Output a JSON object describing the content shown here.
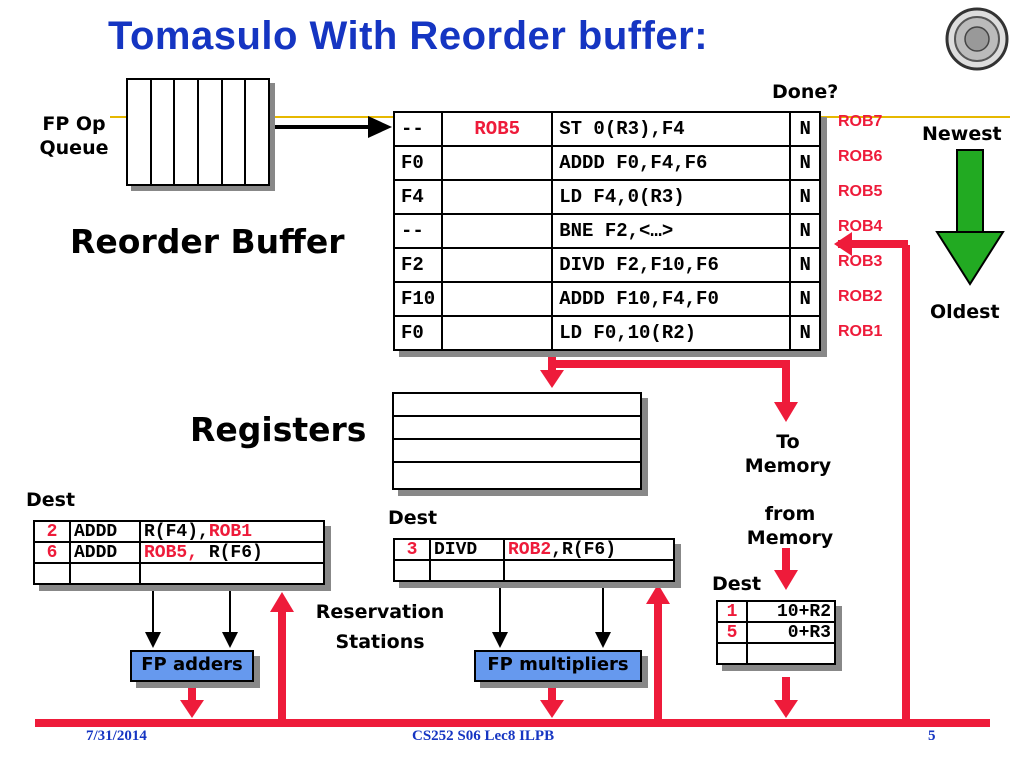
{
  "title": "Tomasulo With Reorder buffer:",
  "labels": {
    "done": "Done?",
    "fp_op_queue_line1": "FP Op",
    "fp_op_queue_line2": "Queue",
    "newest": "Newest",
    "oldest": "Oldest",
    "reorder_buffer": "Reorder Buffer",
    "registers": "Registers",
    "to_memory_line1": "To",
    "to_memory_line2": "Memory",
    "from_memory_line1": "from",
    "from_memory_line2": "Memory",
    "dest_adders": "Dest",
    "dest_mult": "Dest",
    "dest_mem": "Dest",
    "reservation_line1": "Reservation",
    "reservation_line2": "Stations",
    "fp_adders": "FP adders",
    "fp_multipliers": "FP multipliers"
  },
  "rob": [
    {
      "dest": "--",
      "value": "ROB5",
      "instr": "ST 0(R3),F4",
      "done": "N",
      "tag": "ROB7"
    },
    {
      "dest": "F0",
      "value": "",
      "instr": "ADDD F0,F4,F6",
      "done": "N",
      "tag": "ROB6"
    },
    {
      "dest": "F4",
      "value": "",
      "instr": "LD F4,0(R3)",
      "done": "N",
      "tag": "ROB5"
    },
    {
      "dest": "--",
      "value": "",
      "instr": "BNE F2,<…>",
      "done": "N",
      "tag": "ROB4"
    },
    {
      "dest": "F2",
      "value": "",
      "instr": "DIVD F2,F10,F6",
      "done": "N",
      "tag": "ROB3"
    },
    {
      "dest": "F10",
      "value": "",
      "instr": "ADDD F10,F4,F0",
      "done": "N",
      "tag": "ROB2"
    },
    {
      "dest": "F0",
      "value": "",
      "instr": "LD F0,10(R2)",
      "done": "N",
      "tag": "ROB1"
    }
  ],
  "adder_rs": [
    {
      "dest": "2",
      "op": "ADDD",
      "src1": "R(F4),",
      "src2": "ROB1"
    },
    {
      "dest": "6",
      "op": "ADDD",
      "src1": "ROB5,",
      "src2": "R(F6)"
    }
  ],
  "mult_rs": [
    {
      "dest": "3",
      "op": "DIVD",
      "src1": "ROB2",
      "src2": ",R(F6)"
    }
  ],
  "mem_rs": [
    {
      "dest": "1",
      "addr": "10+R2"
    },
    {
      "dest": "5",
      "addr": "0+R3"
    }
  ],
  "footer": {
    "date": "7/31/2014",
    "course": "CS252 S06 Lec8 ILPB",
    "page": "5"
  },
  "colors": {
    "title": "#1535c2",
    "bus": "#ee1b3a",
    "arrow_green": "#22aa22",
    "fu_fill": "#6699ee"
  }
}
